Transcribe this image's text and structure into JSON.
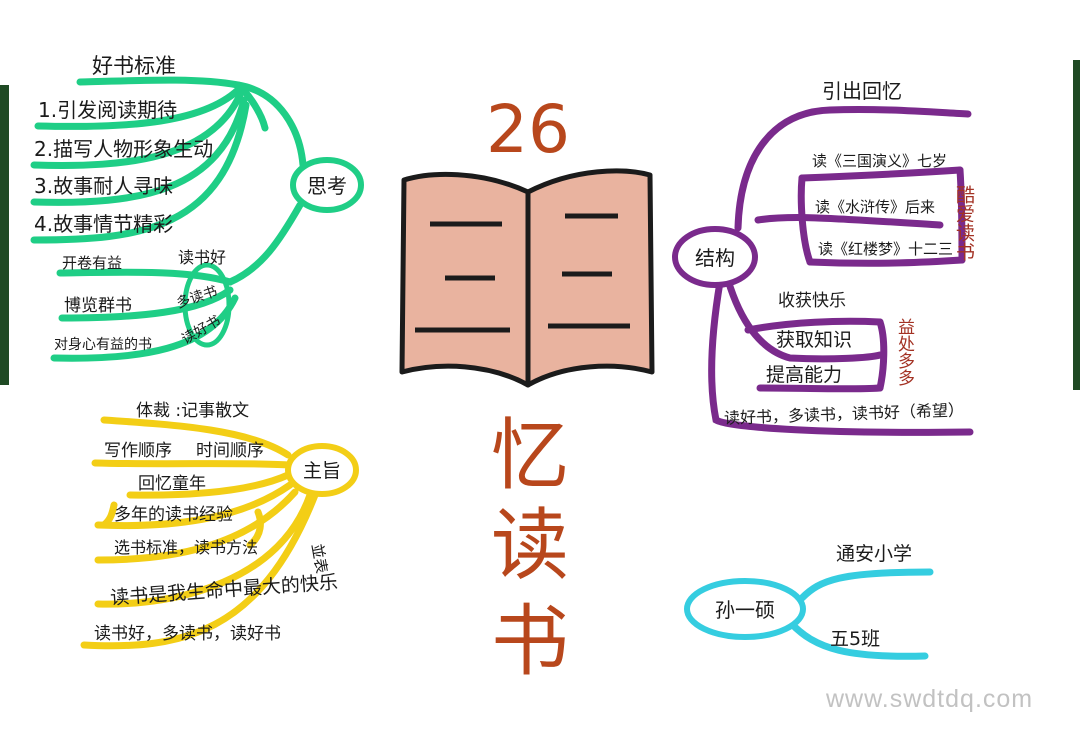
{
  "number": "26",
  "title_chars": [
    "忆",
    "读",
    "书"
  ],
  "watermark": "www.swdtdq.com",
  "colors": {
    "green": "#1fce86",
    "yellow": "#f3ce16",
    "purple": "#7a2a8c",
    "cyan": "#35cde0",
    "title": "#b8471c",
    "book_fill": "#e9b39f",
    "ink": "#1b1b1b",
    "accent_red": "#a33224"
  },
  "green_map": {
    "hub": "思考",
    "heading": "好书标准",
    "items": [
      "1.引发阅读期待",
      "2.描写人物形象生动",
      "3.故事耐人寻味",
      "4.故事情节精彩"
    ],
    "sub_label": "读书好",
    "sub_items": [
      "开卷有益",
      "博览群书",
      "对身心有益的书"
    ],
    "sub_notes": [
      "多读书",
      "读好书"
    ]
  },
  "yellow_map": {
    "hub": "主旨",
    "genre": "体裁 :记事散文",
    "order_left": "写作顺序",
    "order_right": "时间顺序",
    "items": [
      "回忆童年",
      "多年的读书经验",
      "选书标准，读书方法",
      "读书是我生命中最大的快乐",
      "读书好，多读书，读好书"
    ],
    "side_note": "並表"
  },
  "purple_map": {
    "hub": "结构",
    "intro": "引出回忆",
    "reading": [
      "读《三国演义》七岁",
      "读《水浒传》后来",
      "读《红楼梦》十二三"
    ],
    "reading_note": "酷爱读书",
    "joy_label": "收获快乐",
    "joy_items": [
      "获取知识",
      "提高能力"
    ],
    "joy_note": "益处多多",
    "ending": "读好书，多读书，读书好（希望）"
  },
  "cyan_map": {
    "hub": "孙一硕",
    "school": "通安小学",
    "class": "五5班"
  }
}
